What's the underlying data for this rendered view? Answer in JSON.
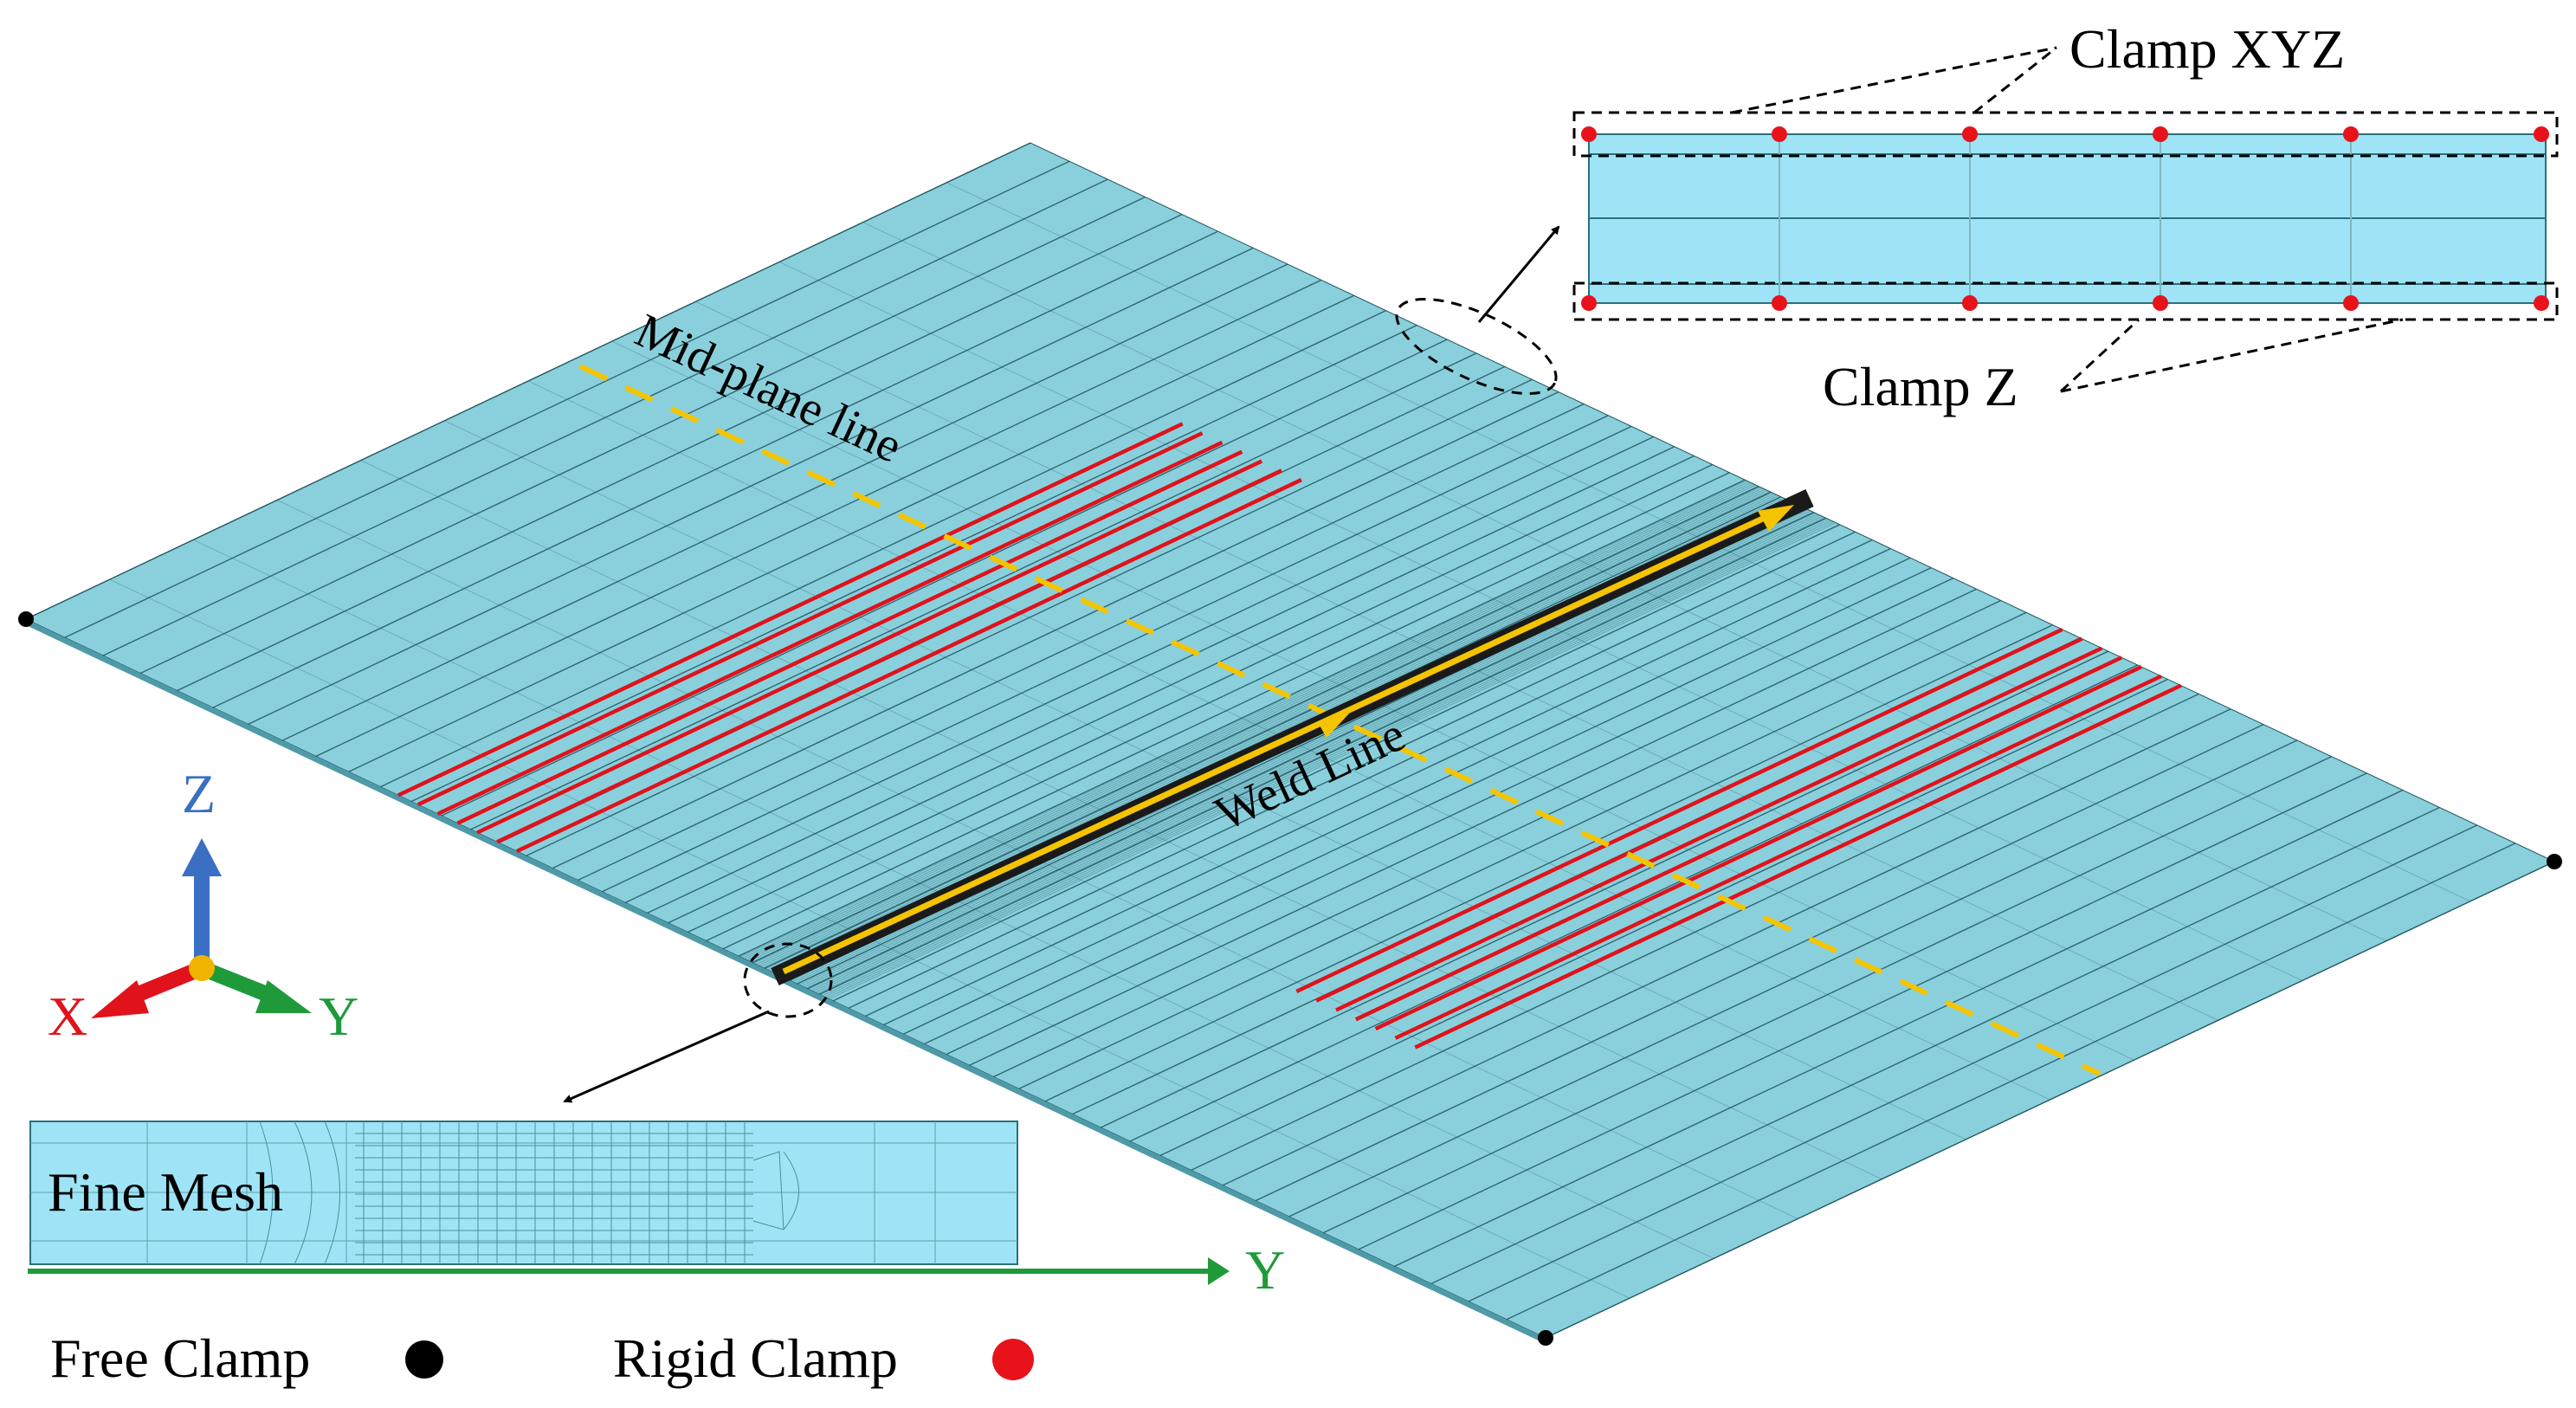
{
  "labels": {
    "mid_plane": "Mid-plane line",
    "weld_line": "Weld Line",
    "clamp_xyz": "Clamp XYZ",
    "clamp_z": "Clamp Z",
    "fine_mesh": "Fine Mesh",
    "axis_z": "Z",
    "axis_x": "X",
    "axis_y": "Y",
    "mesh_axis_y": "Y",
    "legend_free": "Free Clamp",
    "legend_rigid": "Rigid Clamp"
  },
  "colors": {
    "plate_fill": "#8ad0dc",
    "mesh_line": "#1e5560",
    "clamp_line": "#e0121b",
    "weld_core": "#1a1a1a",
    "weld_arrow": "#f5c400",
    "mid_plane": "#f5c400",
    "inset_fill": "#9fe4f6",
    "axis_x": "#e0121b",
    "axis_y": "#1f9a3a",
    "axis_z": "#3a6fc4",
    "origin": "#f0b400",
    "free_dot": "#000000",
    "rigid_dot": "#e8121b"
  },
  "icons": {
    "free_clamp": "black-dot-icon",
    "rigid_clamp": "red-dot-icon",
    "coordinate_axes": "xyz-triad-icon"
  }
}
